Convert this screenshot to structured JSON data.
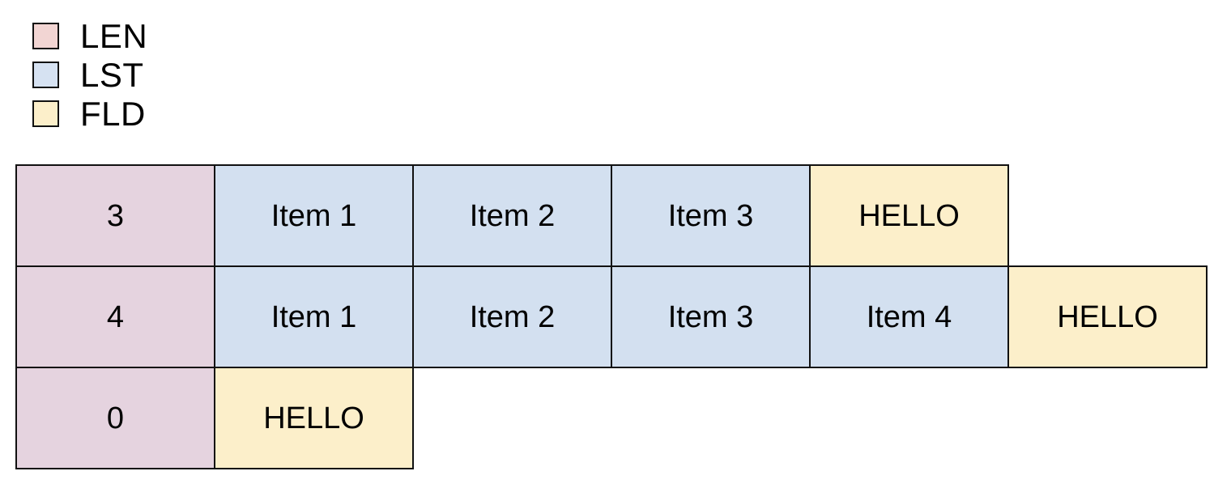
{
  "legend": {
    "items": [
      {
        "label": "LEN",
        "color": "#f2d5d3",
        "kind": "len"
      },
      {
        "label": "LST",
        "color": "#d6e2f2",
        "kind": "lst"
      },
      {
        "label": "FLD",
        "color": "#fcefca",
        "kind": "fld"
      }
    ]
  },
  "colors": {
    "len_fill": "#e5d3df",
    "lst_fill": "#d3e0f0",
    "fld_fill": "#fcefca",
    "border": "#111111",
    "background": "#ffffff"
  },
  "table": {
    "rows": [
      {
        "cells": [
          {
            "text": "3",
            "kind": "len"
          },
          {
            "text": "Item 1",
            "kind": "lst"
          },
          {
            "text": "Item 2",
            "kind": "lst"
          },
          {
            "text": "Item 3",
            "kind": "lst"
          },
          {
            "text": "HELLO",
            "kind": "fld"
          }
        ]
      },
      {
        "cells": [
          {
            "text": "4",
            "kind": "len"
          },
          {
            "text": "Item 1",
            "kind": "lst"
          },
          {
            "text": "Item 2",
            "kind": "lst"
          },
          {
            "text": "Item 3",
            "kind": "lst"
          },
          {
            "text": "Item 4",
            "kind": "lst"
          },
          {
            "text": "HELLO",
            "kind": "fld"
          }
        ]
      },
      {
        "cells": [
          {
            "text": "0",
            "kind": "len"
          },
          {
            "text": "HELLO",
            "kind": "fld"
          }
        ]
      }
    ]
  }
}
